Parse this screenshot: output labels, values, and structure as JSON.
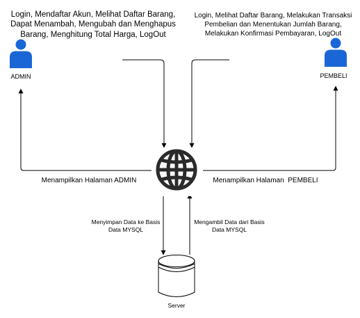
{
  "actors": {
    "admin": {
      "label": "ADMIN",
      "description": "Login, Mendaftar Akun, Melihat Daftar Barang, Dapat Menambah, Mengubah dan Menghapus Barang, Menghitung Total Harga, LogOut",
      "icon": "user-icon",
      "color": "#1a66d6"
    },
    "buyer": {
      "label": "PEMBELI",
      "description": "Login, Melihat Daftar Barang, Melakukan Transaksi Pembelian dan Menentukan Jumlah Barang, Melakukan Konfirmasi Pembayaran, LogOut",
      "icon": "user-icon",
      "color": "#1a66d6"
    }
  },
  "web": {
    "icon": "globe-icon"
  },
  "flows": {
    "admin_page": "Menampilkan Halaman ADMIN",
    "buyer_page": "Menampilkan Halaman  PEMBELI",
    "save": "Menyimpan Data ke Basis Data MYSQL",
    "fetch": "Mengambil Data dari Basis Data MYSQL"
  },
  "server": {
    "label": "Server",
    "icon": "database-icon"
  }
}
